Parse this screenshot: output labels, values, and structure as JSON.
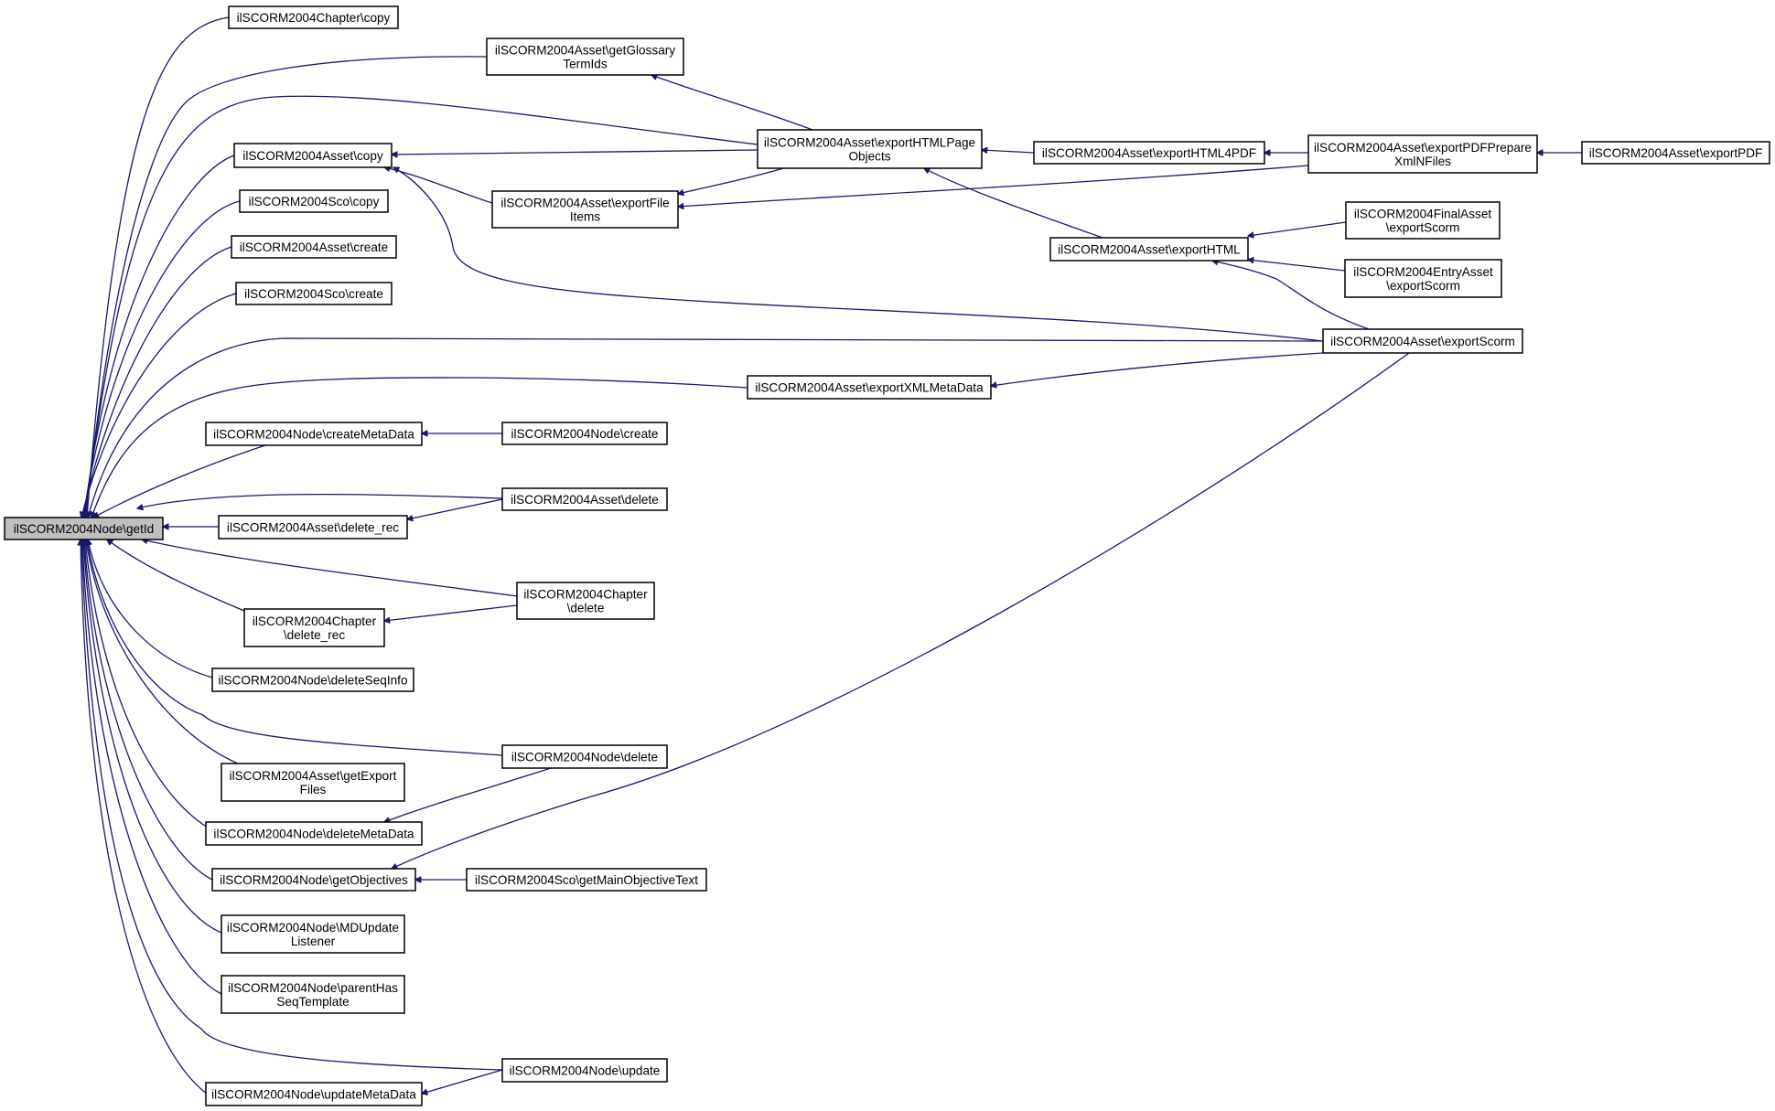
{
  "colors": {
    "edge": "#191970",
    "node_border": "#000000",
    "node_fill": "#ffffff",
    "focus_fill": "#bfbfbf"
  },
  "nodes": [
    {
      "id": "getId",
      "lines": [
        "ilSCORM2004Node\\getId"
      ],
      "focus": true
    },
    {
      "id": "chapter_copy",
      "lines": [
        "ilSCORM2004Chapter\\copy"
      ]
    },
    {
      "id": "asset_glossary",
      "lines": [
        "ilSCORM2004Asset\\getGlossary",
        "TermIds"
      ]
    },
    {
      "id": "asset_copy",
      "lines": [
        "ilSCORM2004Asset\\copy"
      ]
    },
    {
      "id": "sco_copy",
      "lines": [
        "ilSCORM2004Sco\\copy"
      ]
    },
    {
      "id": "asset_create",
      "lines": [
        "ilSCORM2004Asset\\create"
      ]
    },
    {
      "id": "sco_create",
      "lines": [
        "ilSCORM2004Sco\\create"
      ]
    },
    {
      "id": "asset_exportHTMLPage",
      "lines": [
        "ilSCORM2004Asset\\exportHTMLPage",
        "Objects"
      ]
    },
    {
      "id": "asset_exportFile",
      "lines": [
        "ilSCORM2004Asset\\exportFile",
        "Items"
      ]
    },
    {
      "id": "asset_exportHTML4PDF",
      "lines": [
        "ilSCORM2004Asset\\exportHTML4PDF"
      ]
    },
    {
      "id": "asset_exportPDFPrepare",
      "lines": [
        "ilSCORM2004Asset\\exportPDFPrepare",
        "XmlNFiles"
      ]
    },
    {
      "id": "asset_exportPDF",
      "lines": [
        "ilSCORM2004Asset\\exportPDF"
      ]
    },
    {
      "id": "asset_exportHTML",
      "lines": [
        "ilSCORM2004Asset\\exportHTML"
      ]
    },
    {
      "id": "final_exportScorm",
      "lines": [
        "ilSCORM2004FinalAsset",
        "\\exportScorm"
      ]
    },
    {
      "id": "entry_exportScorm",
      "lines": [
        "ilSCORM2004EntryAsset",
        "\\exportScorm"
      ]
    },
    {
      "id": "asset_exportScorm",
      "lines": [
        "ilSCORM2004Asset\\exportScorm"
      ]
    },
    {
      "id": "asset_exportXMLMeta",
      "lines": [
        "ilSCORM2004Asset\\exportXMLMetaData"
      ]
    },
    {
      "id": "node_createMeta",
      "lines": [
        "ilSCORM2004Node\\createMetaData"
      ]
    },
    {
      "id": "node_create",
      "lines": [
        "ilSCORM2004Node\\create"
      ]
    },
    {
      "id": "asset_delete",
      "lines": [
        "ilSCORM2004Asset\\delete"
      ]
    },
    {
      "id": "asset_delete_rec",
      "lines": [
        "ilSCORM2004Asset\\delete_rec"
      ]
    },
    {
      "id": "chapter_delete",
      "lines": [
        "ilSCORM2004Chapter",
        "\\delete"
      ]
    },
    {
      "id": "chapter_delete_rec",
      "lines": [
        "ilSCORM2004Chapter",
        "\\delete_rec"
      ]
    },
    {
      "id": "node_deleteSeq",
      "lines": [
        "ilSCORM2004Node\\deleteSeqInfo"
      ]
    },
    {
      "id": "node_delete",
      "lines": [
        "ilSCORM2004Node\\delete"
      ]
    },
    {
      "id": "asset_getExport",
      "lines": [
        "ilSCORM2004Asset\\getExport",
        "Files"
      ]
    },
    {
      "id": "node_deleteMeta",
      "lines": [
        "ilSCORM2004Node\\deleteMetaData"
      ]
    },
    {
      "id": "node_getObjectives",
      "lines": [
        "ilSCORM2004Node\\getObjectives"
      ]
    },
    {
      "id": "sco_getMainObj",
      "lines": [
        "ilSCORM2004Sco\\getMainObjectiveText"
      ]
    },
    {
      "id": "node_MDUpdate",
      "lines": [
        "ilSCORM2004Node\\MDUpdate",
        "Listener"
      ]
    },
    {
      "id": "node_parentHas",
      "lines": [
        "ilSCORM2004Node\\parentHas",
        "SeqTemplate"
      ]
    },
    {
      "id": "node_update",
      "lines": [
        "ilSCORM2004Node\\update"
      ]
    },
    {
      "id": "node_updateMeta",
      "lines": [
        "ilSCORM2004Node\\updateMetaData"
      ]
    }
  ]
}
